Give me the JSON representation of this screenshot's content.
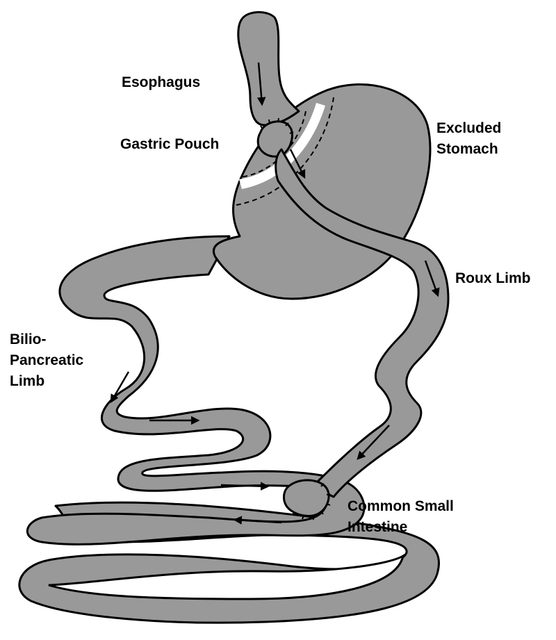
{
  "colors": {
    "tissue": "#999999",
    "outline": "#000000",
    "background": "#ffffff"
  },
  "labels": {
    "esophagus": "Esophagus",
    "gastric_pouch": "Gastric Pouch",
    "excluded_stomach": [
      "Excluded",
      "Stomach"
    ],
    "roux_limb": "Roux Limb",
    "bilio_pancreatic_limb": [
      "Bilio-",
      "Pancreatic",
      "Limb"
    ],
    "common_small_intestine": [
      "Common Small",
      "Intestine"
    ]
  }
}
